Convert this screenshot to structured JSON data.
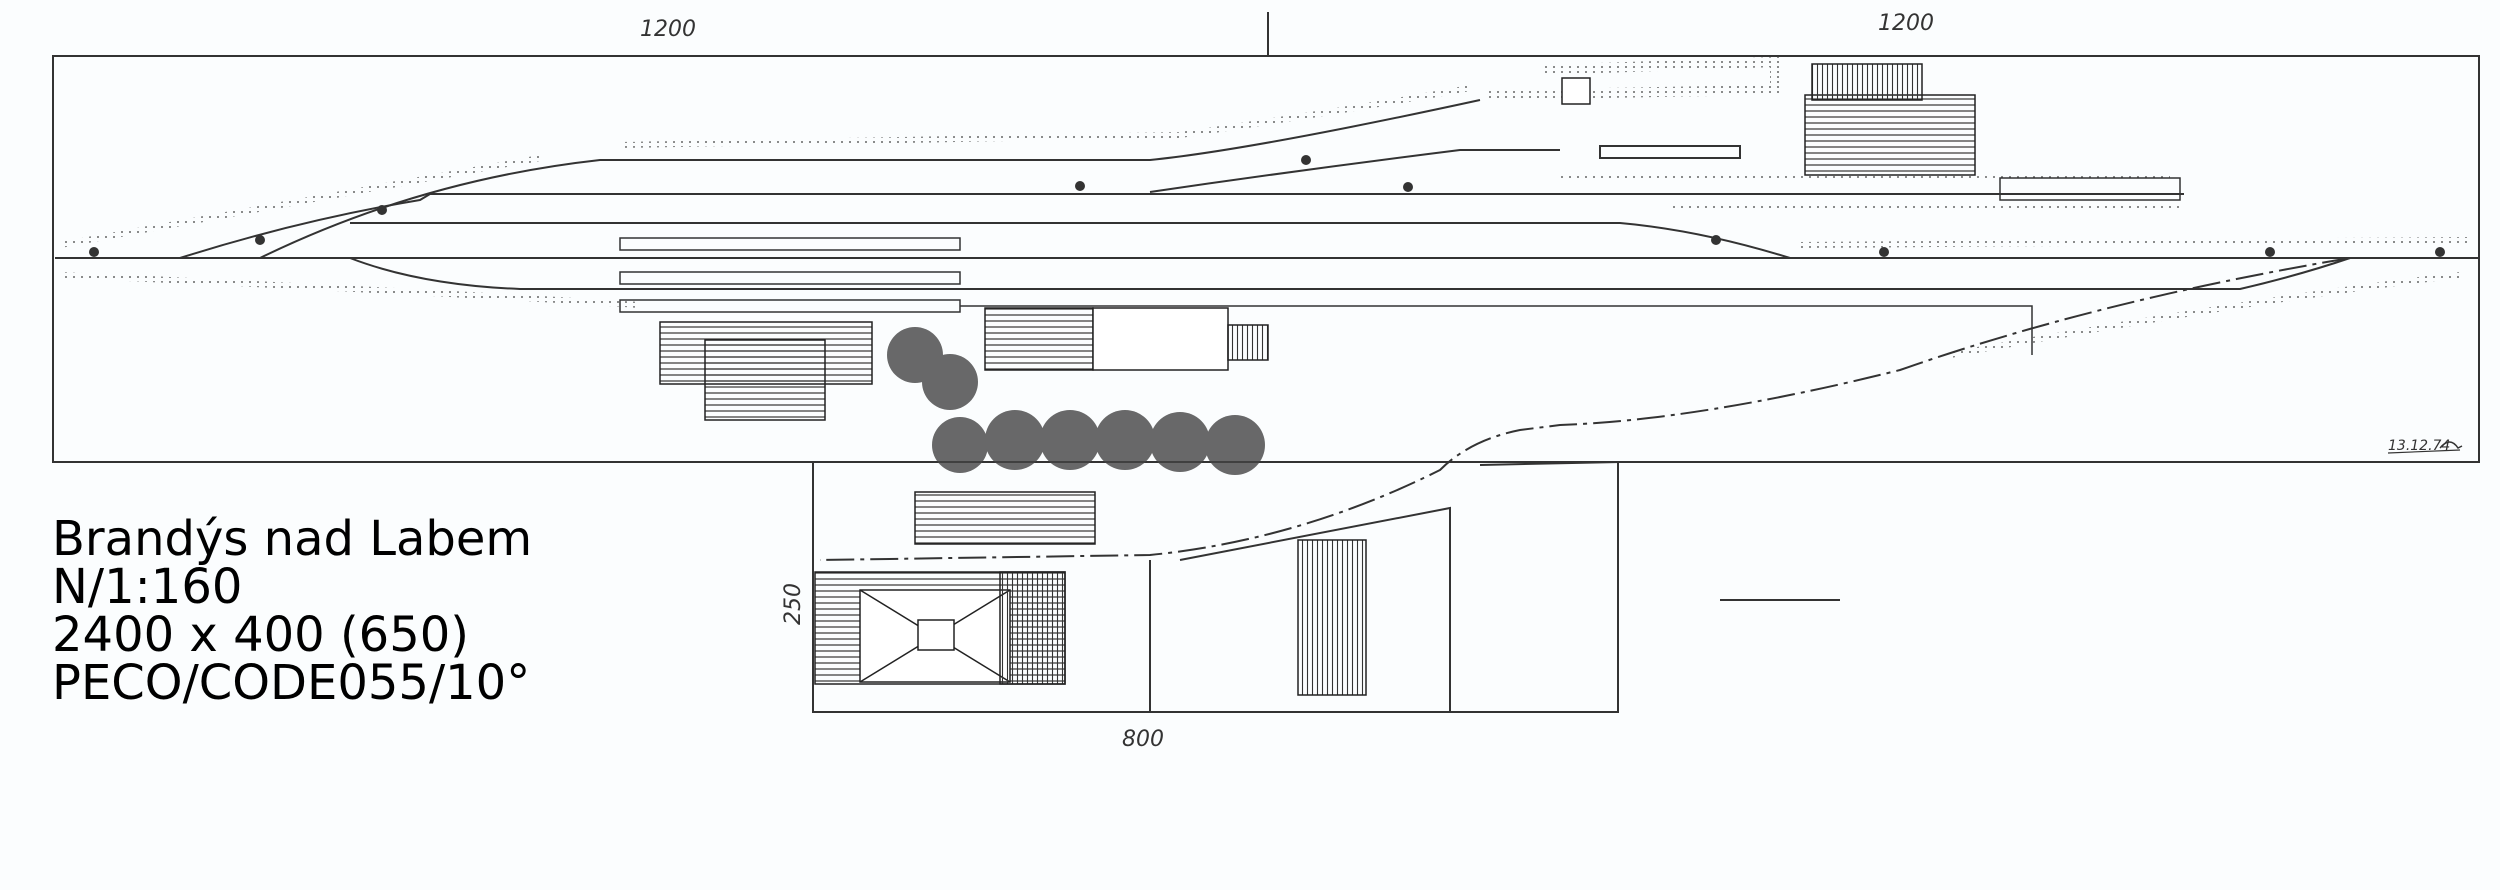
{
  "title": "Brandýs nad Labem",
  "caption": {
    "line1": "Brandýs nad Labem",
    "line2": "N/1:160",
    "line3": "2400 x 400 (650)",
    "line4": "PECO/CODE055/10°"
  },
  "dimensions": {
    "top_left": "1200",
    "top_right": "1200",
    "extension_width": "800",
    "extension_depth": "250"
  },
  "signature": "13.12.74"
}
